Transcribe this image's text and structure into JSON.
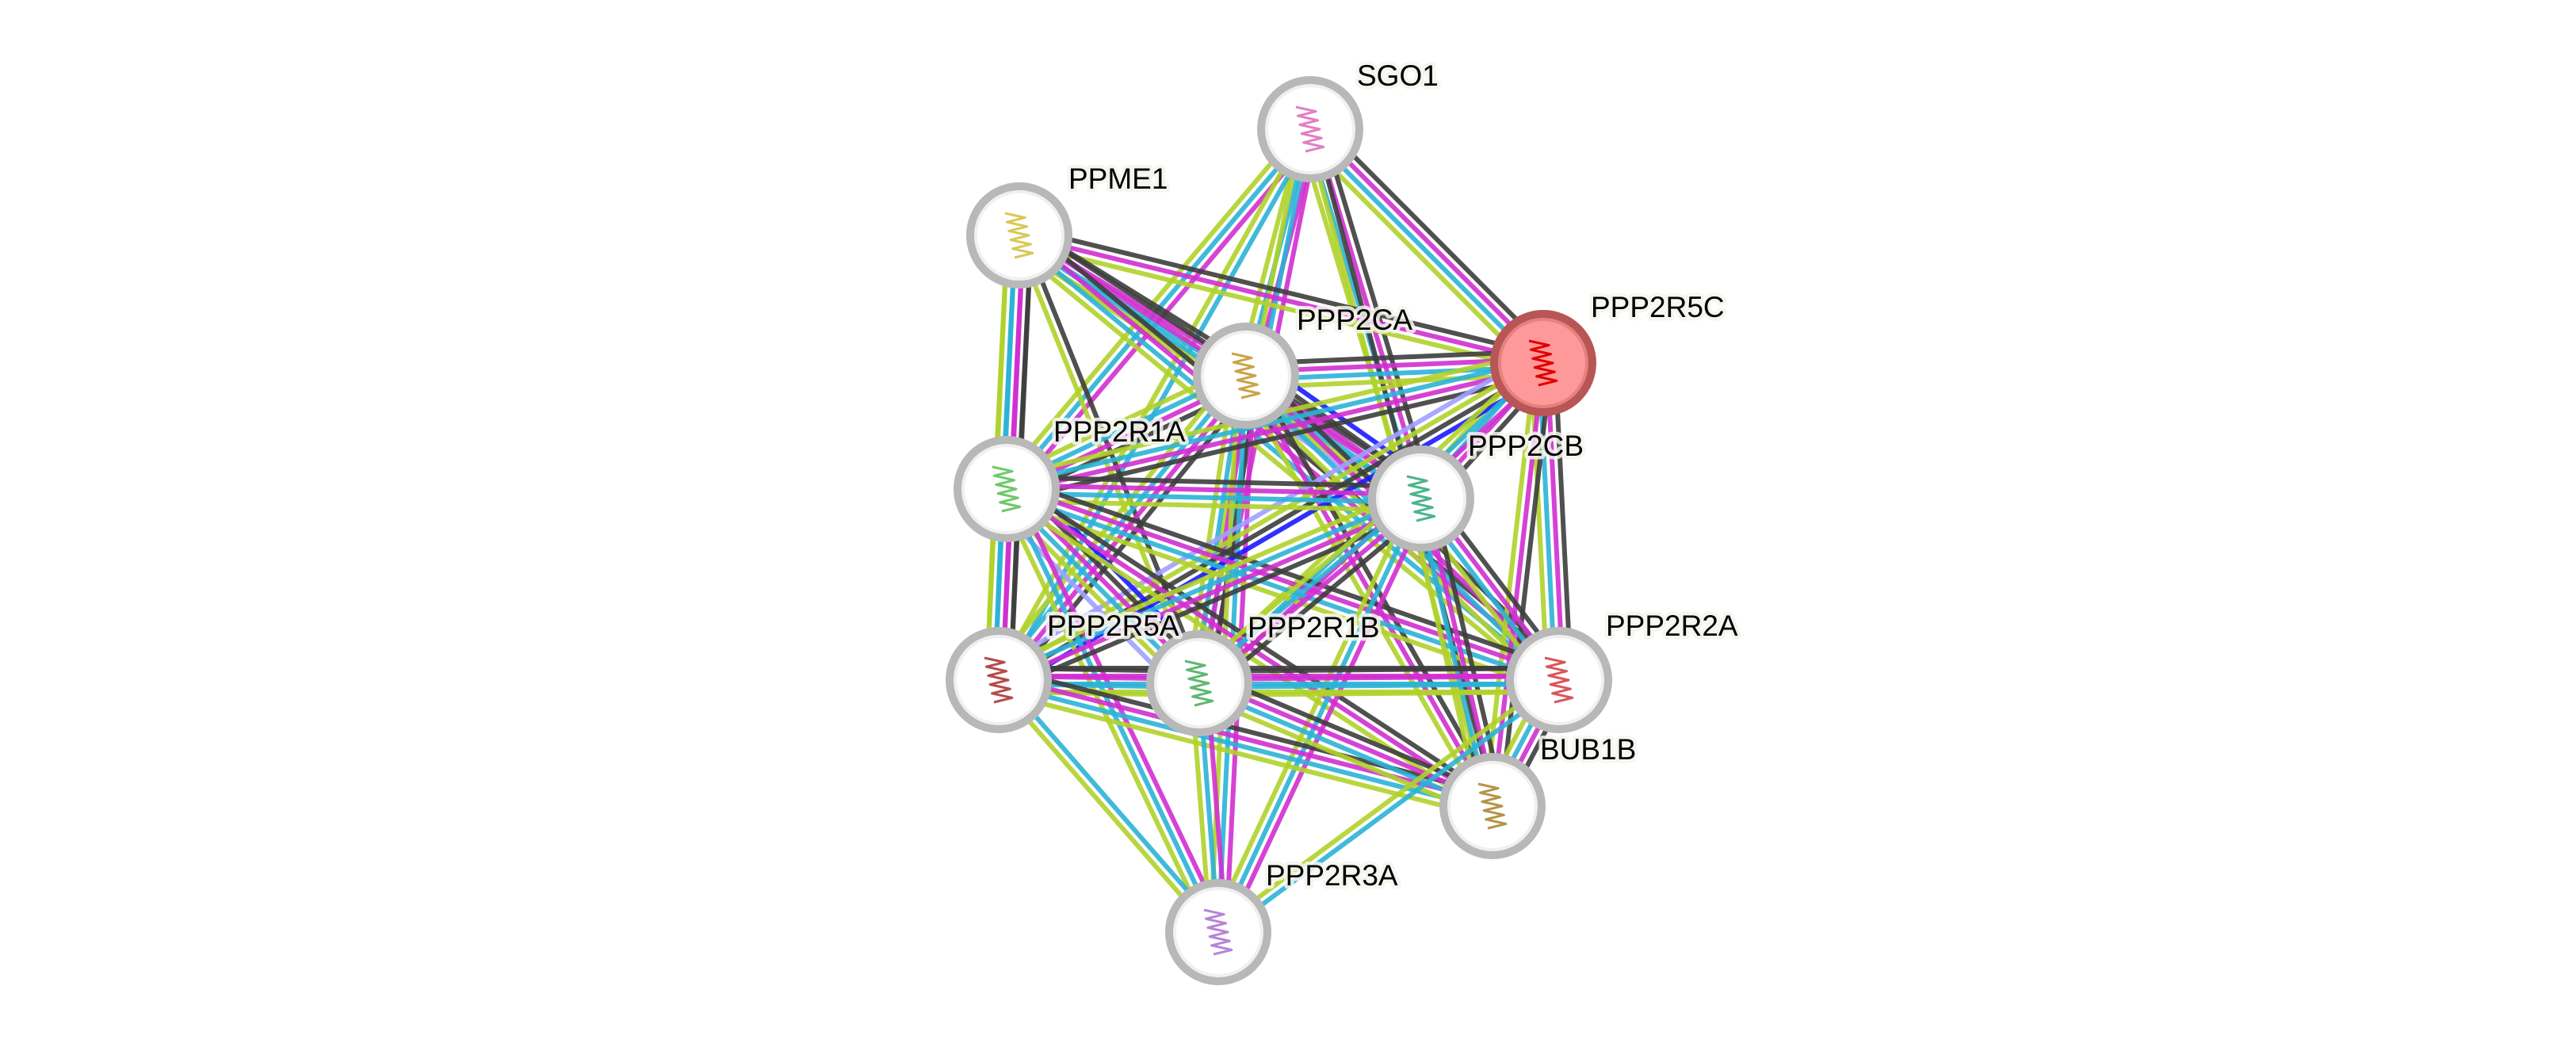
{
  "network": {
    "query_protein": "PPP2R5C",
    "nodes": [
      {
        "id": "SGO1",
        "label": "SGO1",
        "structure_color": "#e27fc4",
        "query": false
      },
      {
        "id": "PPME1",
        "label": "PPME1",
        "structure_color": "#d8c856",
        "query": false
      },
      {
        "id": "PPP2CA",
        "label": "PPP2CA",
        "structure_color": "#c9a445",
        "query": false
      },
      {
        "id": "PPP2R5C",
        "label": "PPP2R5C",
        "structure_color": "#e00000",
        "query": true
      },
      {
        "id": "PPP2R1A",
        "label": "PPP2R1A",
        "structure_color": "#6fc86a",
        "query": false
      },
      {
        "id": "PPP2CB",
        "label": "PPP2CB",
        "structure_color": "#4bb48c",
        "query": false
      },
      {
        "id": "PPP2R5A",
        "label": "PPP2R5A",
        "structure_color": "#b64a4a",
        "query": false
      },
      {
        "id": "PPP2R1B",
        "label": "PPP2R1B",
        "structure_color": "#5fb870",
        "query": false
      },
      {
        "id": "PPP2R2A",
        "label": "PPP2R2A",
        "structure_color": "#d8565a",
        "query": false
      },
      {
        "id": "BUB1B",
        "label": "BUB1B",
        "structure_color": "#b49546",
        "query": false
      },
      {
        "id": "PPP2R3A",
        "label": "PPP2R3A",
        "structure_color": "#b784d8",
        "query": false
      }
    ],
    "evidence_colors": {
      "gene_cooccurrence": "#1a1aff",
      "coexpression": "#3d3d3d",
      "experiments": "#d02fd0",
      "databases": "#2bb3d6",
      "textmining": "#b0d12a",
      "homology": "#a0a0ff"
    },
    "node_style": {
      "ring_color": "#b8b8b8",
      "fill_color": "#ffffff",
      "query_fill_color": "#ff9999",
      "query_ring_color": "#b85555"
    },
    "edges": [
      {
        "a": "SGO1",
        "b": "PPP2R5C",
        "evidence": [
          "coexpression",
          "experiments",
          "databases",
          "textmining"
        ]
      },
      {
        "a": "SGO1",
        "b": "PPP2CA",
        "evidence": [
          "experiments",
          "databases",
          "textmining"
        ]
      },
      {
        "a": "SGO1",
        "b": "PPP2CB",
        "evidence": [
          "coexpression",
          "experiments",
          "databases",
          "textmining"
        ]
      },
      {
        "a": "SGO1",
        "b": "PPP2R1A",
        "evidence": [
          "experiments",
          "databases",
          "textmining"
        ]
      },
      {
        "a": "SGO1",
        "b": "PPP2R1B",
        "evidence": [
          "experiments",
          "databases",
          "textmining"
        ]
      },
      {
        "a": "SGO1",
        "b": "PPP2R5A",
        "evidence": [
          "databases",
          "textmining"
        ]
      },
      {
        "a": "SGO1",
        "b": "BUB1B",
        "evidence": [
          "coexpression",
          "textmining"
        ]
      },
      {
        "a": "PPME1",
        "b": "PPP2R5C",
        "evidence": [
          "coexpression",
          "experiments",
          "textmining"
        ]
      },
      {
        "a": "PPME1",
        "b": "PPP2CA",
        "evidence": [
          "coexpression",
          "experiments",
          "databases",
          "textmining"
        ]
      },
      {
        "a": "PPME1",
        "b": "PPP2CB",
        "evidence": [
          "coexpression",
          "experiments",
          "databases",
          "textmining"
        ]
      },
      {
        "a": "PPME1",
        "b": "PPP2R1A",
        "evidence": [
          "coexpression",
          "experiments",
          "databases",
          "textmining"
        ]
      },
      {
        "a": "PPME1",
        "b": "PPP2R5A",
        "evidence": [
          "coexpression",
          "experiments",
          "databases",
          "textmining"
        ]
      },
      {
        "a": "PPME1",
        "b": "PPP2R1B",
        "evidence": [
          "coexpression",
          "textmining"
        ]
      },
      {
        "a": "PPME1",
        "b": "PPP2R2A",
        "evidence": [
          "coexpression",
          "experiments",
          "databases",
          "textmining"
        ]
      },
      {
        "a": "PPP2CA",
        "b": "PPP2R5C",
        "evidence": [
          "coexpression",
          "experiments",
          "databases",
          "textmining"
        ]
      },
      {
        "a": "PPP2CA",
        "b": "PPP2CB",
        "evidence": [
          "gene_cooccurrence",
          "coexpression",
          "experiments",
          "databases",
          "textmining",
          "homology"
        ]
      },
      {
        "a": "PPP2CA",
        "b": "PPP2R1A",
        "evidence": [
          "coexpression",
          "experiments",
          "databases",
          "textmining"
        ]
      },
      {
        "a": "PPP2CA",
        "b": "PPP2R5A",
        "evidence": [
          "coexpression",
          "experiments",
          "databases",
          "textmining"
        ]
      },
      {
        "a": "PPP2CA",
        "b": "PPP2R1B",
        "evidence": [
          "coexpression",
          "experiments",
          "databases",
          "textmining"
        ]
      },
      {
        "a": "PPP2CA",
        "b": "PPP2R2A",
        "evidence": [
          "coexpression",
          "experiments",
          "databases",
          "textmining"
        ]
      },
      {
        "a": "PPP2CA",
        "b": "BUB1B",
        "evidence": [
          "coexpression",
          "experiments",
          "textmining"
        ]
      },
      {
        "a": "PPP2CA",
        "b": "PPP2R3A",
        "evidence": [
          "experiments",
          "databases",
          "textmining"
        ]
      },
      {
        "a": "PPP2R5C",
        "b": "PPP2R1A",
        "evidence": [
          "coexpression",
          "experiments",
          "databases",
          "textmining"
        ]
      },
      {
        "a": "PPP2R5C",
        "b": "PPP2CB",
        "evidence": [
          "coexpression",
          "experiments",
          "databases",
          "textmining"
        ]
      },
      {
        "a": "PPP2R5C",
        "b": "PPP2R5A",
        "evidence": [
          "gene_cooccurrence",
          "coexpression",
          "textmining",
          "homology"
        ]
      },
      {
        "a": "PPP2R5C",
        "b": "PPP2R1B",
        "evidence": [
          "experiments",
          "databases",
          "textmining"
        ]
      },
      {
        "a": "PPP2R5C",
        "b": "PPP2R2A",
        "evidence": [
          "coexpression",
          "experiments",
          "databases",
          "textmining"
        ]
      },
      {
        "a": "PPP2R5C",
        "b": "BUB1B",
        "evidence": [
          "coexpression",
          "experiments",
          "textmining"
        ]
      },
      {
        "a": "PPP2R1A",
        "b": "PPP2CB",
        "evidence": [
          "coexpression",
          "experiments",
          "databases",
          "textmining"
        ]
      },
      {
        "a": "PPP2R1A",
        "b": "PPP2R5A",
        "evidence": [
          "coexpression",
          "experiments",
          "databases",
          "textmining"
        ]
      },
      {
        "a": "PPP2R1A",
        "b": "PPP2R1B",
        "evidence": [
          "gene_cooccurrence",
          "coexpression",
          "experiments",
          "databases",
          "textmining",
          "homology"
        ]
      },
      {
        "a": "PPP2R1A",
        "b": "PPP2R2A",
        "evidence": [
          "coexpression",
          "experiments",
          "databases",
          "textmining"
        ]
      },
      {
        "a": "PPP2R1A",
        "b": "BUB1B",
        "evidence": [
          "coexpression",
          "experiments",
          "textmining"
        ]
      },
      {
        "a": "PPP2R1A",
        "b": "PPP2R3A",
        "evidence": [
          "experiments",
          "databases",
          "textmining"
        ]
      },
      {
        "a": "PPP2CB",
        "b": "PPP2R5A",
        "evidence": [
          "coexpression",
          "experiments",
          "databases",
          "textmining"
        ]
      },
      {
        "a": "PPP2CB",
        "b": "PPP2R1B",
        "evidence": [
          "coexpression",
          "experiments",
          "databases",
          "textmining"
        ]
      },
      {
        "a": "PPP2CB",
        "b": "PPP2R2A",
        "evidence": [
          "coexpression",
          "experiments",
          "databases",
          "textmining"
        ]
      },
      {
        "a": "PPP2CB",
        "b": "BUB1B",
        "evidence": [
          "coexpression",
          "experiments",
          "databases",
          "textmining"
        ]
      },
      {
        "a": "PPP2CB",
        "b": "PPP2R3A",
        "evidence": [
          "experiments",
          "databases",
          "textmining"
        ]
      },
      {
        "a": "PPP2R5A",
        "b": "PPP2R1B",
        "evidence": [
          "coexpression",
          "experiments",
          "databases",
          "textmining"
        ]
      },
      {
        "a": "PPP2R5A",
        "b": "PPP2R2A",
        "evidence": [
          "coexpression",
          "experiments",
          "databases",
          "textmining"
        ]
      },
      {
        "a": "PPP2R5A",
        "b": "BUB1B",
        "evidence": [
          "coexpression",
          "experiments",
          "databases",
          "textmining"
        ]
      },
      {
        "a": "PPP2R5A",
        "b": "PPP2R3A",
        "evidence": [
          "databases",
          "textmining"
        ]
      },
      {
        "a": "PPP2R1B",
        "b": "PPP2R2A",
        "evidence": [
          "coexpression",
          "experiments",
          "databases",
          "textmining"
        ]
      },
      {
        "a": "PPP2R1B",
        "b": "BUB1B",
        "evidence": [
          "coexpression",
          "experiments",
          "databases",
          "textmining"
        ]
      },
      {
        "a": "PPP2R1B",
        "b": "PPP2R3A",
        "evidence": [
          "experiments",
          "databases",
          "textmining"
        ]
      },
      {
        "a": "PPP2R2A",
        "b": "BUB1B",
        "evidence": [
          "coexpression",
          "experiments",
          "databases",
          "textmining"
        ]
      },
      {
        "a": "PPP2R2A",
        "b": "PPP2R3A",
        "evidence": [
          "databases",
          "textmining"
        ]
      }
    ]
  }
}
